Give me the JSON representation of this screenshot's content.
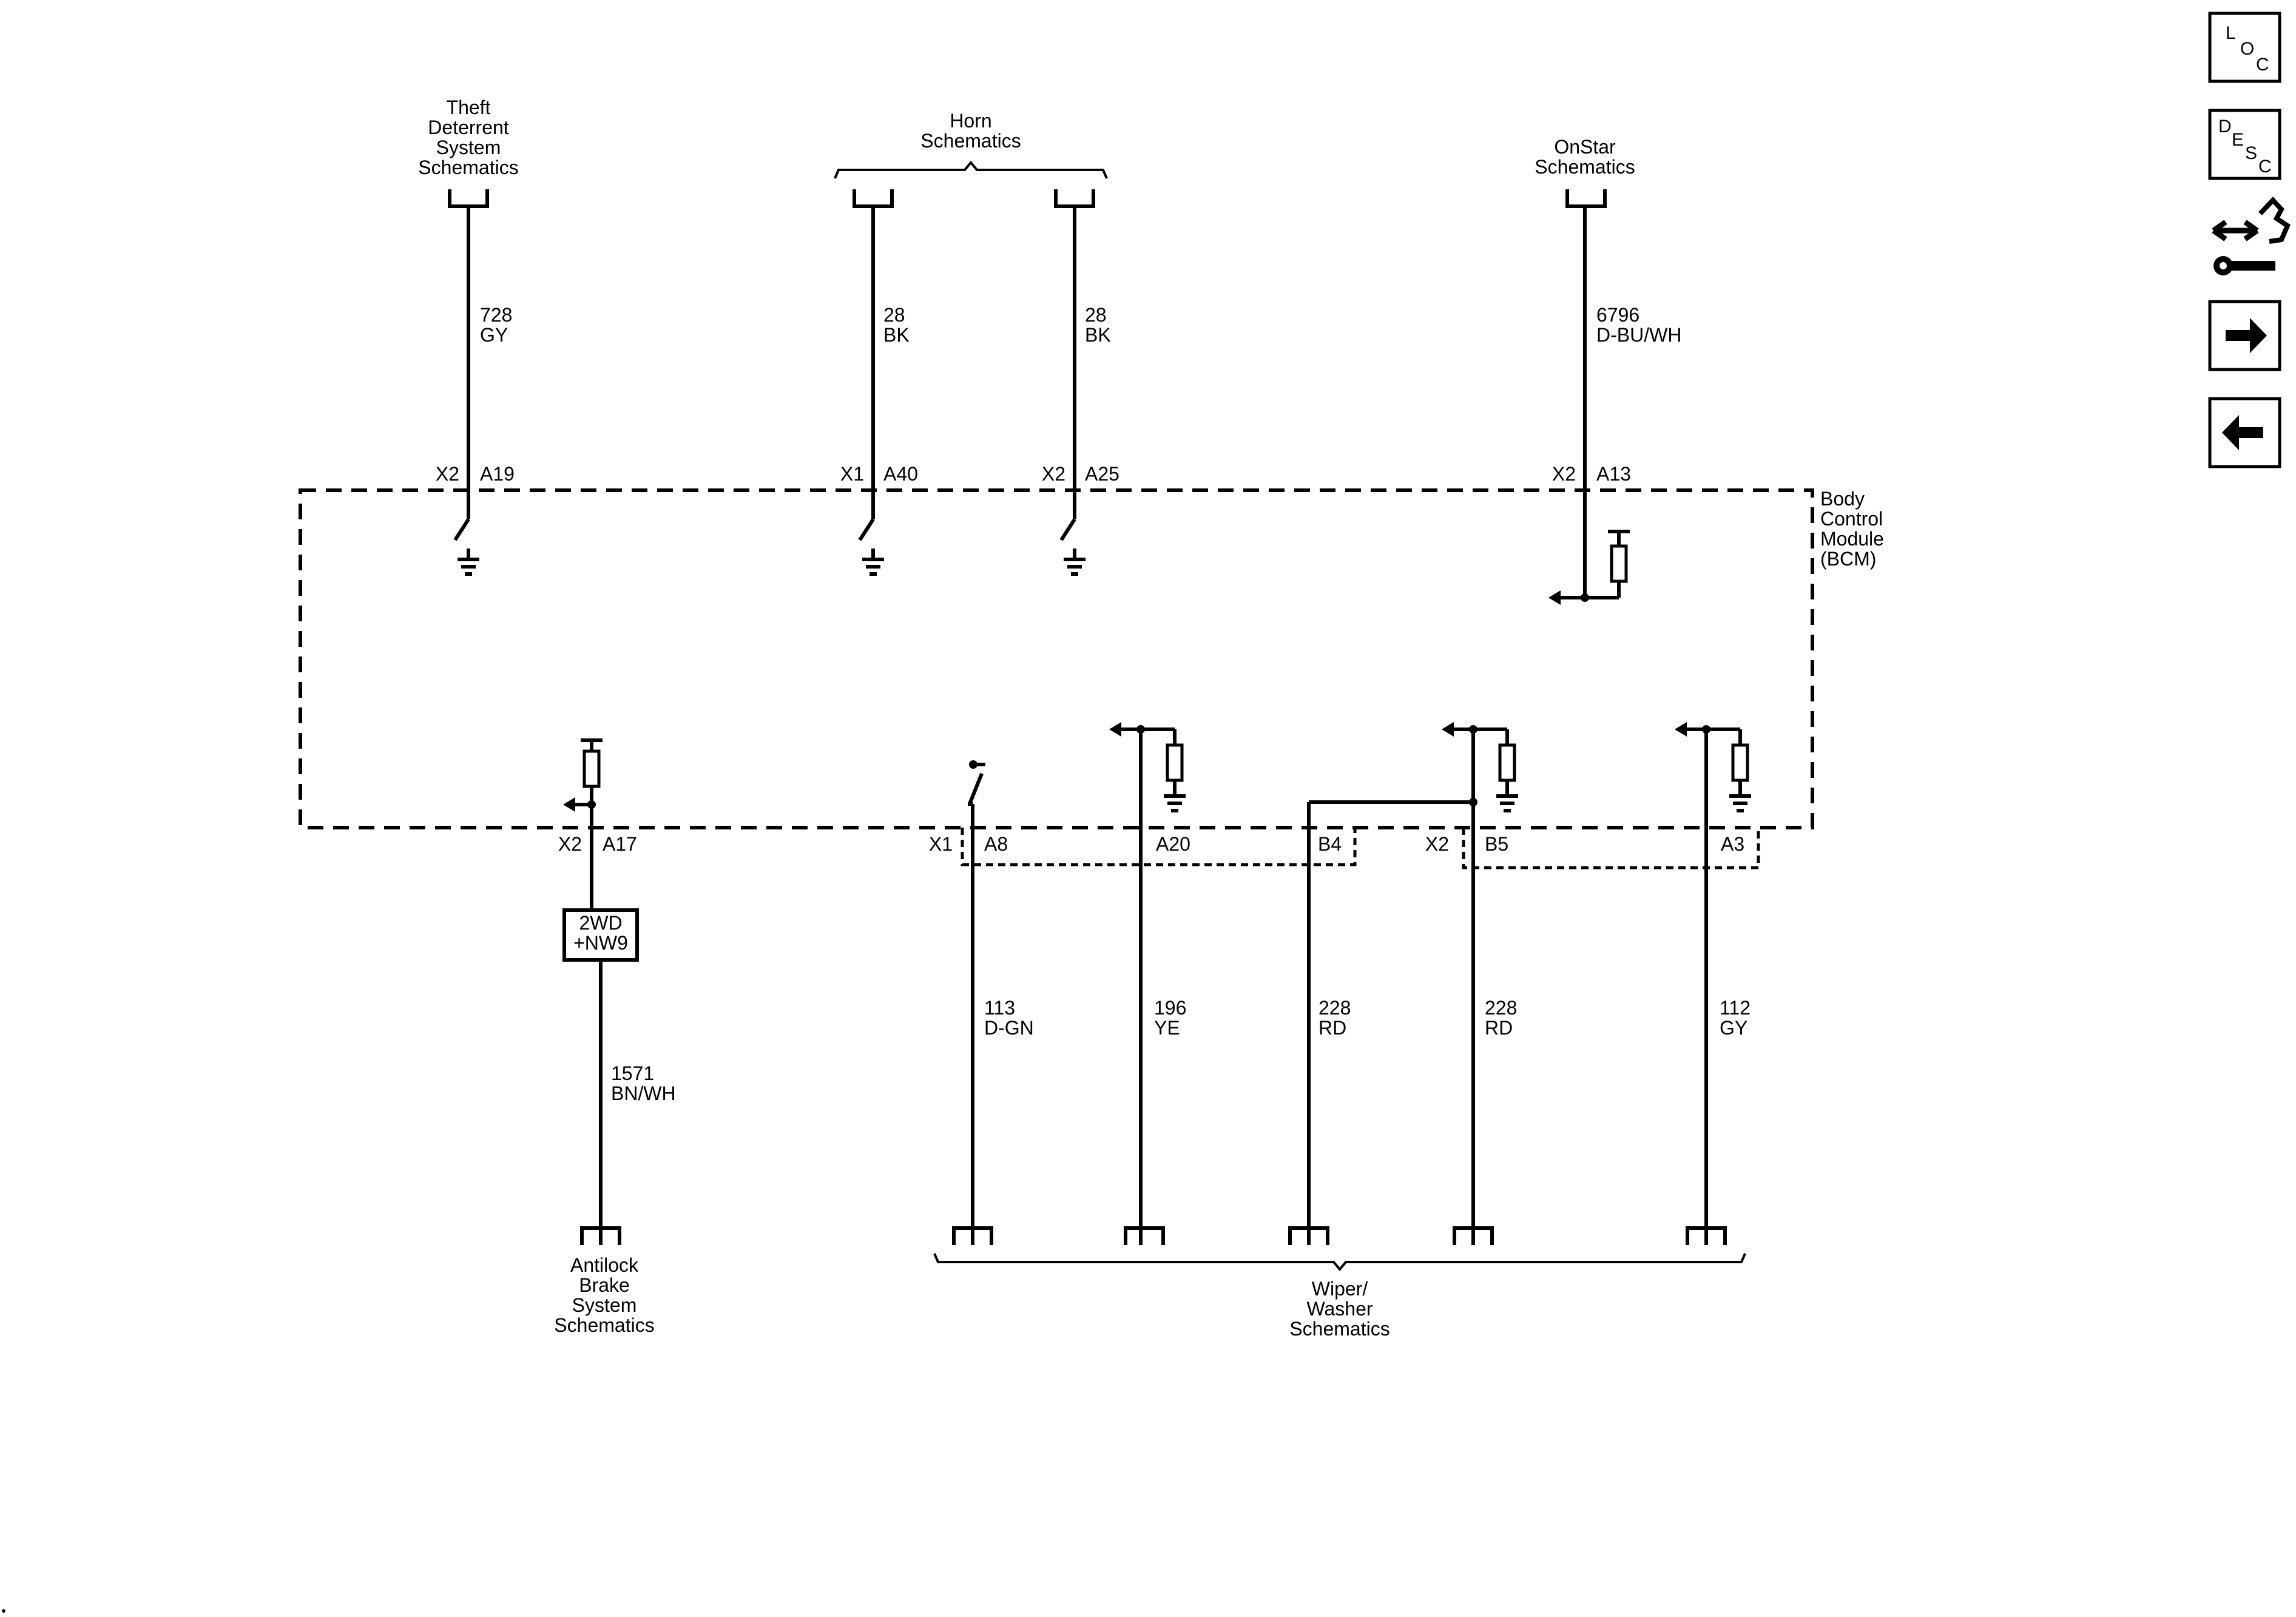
{
  "connectors_top": {
    "theft": {
      "lines": [
        "Theft",
        "Deterrent",
        "System",
        "Schematics"
      ]
    },
    "horn": {
      "lines": [
        "Horn",
        "Schematics"
      ]
    },
    "onstar": {
      "lines": [
        "OnStar",
        "Schematics"
      ]
    }
  },
  "connectors_bottom": {
    "abs": {
      "lines": [
        "Antilock",
        "Brake",
        "System",
        "Schematics"
      ]
    },
    "wiper": {
      "lines": [
        "Wiper/",
        "Washer",
        "Schematics"
      ]
    }
  },
  "module": {
    "lines": [
      "Body",
      "Control",
      "Module",
      "(BCM)"
    ]
  },
  "wires_top": [
    {
      "conn": "X2",
      "pin": "A19",
      "circuit": "728",
      "color": "GY"
    },
    {
      "conn": "X1",
      "pin": "A40",
      "circuit": "28",
      "color": "BK"
    },
    {
      "conn": "X2",
      "pin": "A25",
      "circuit": "28",
      "color": "BK"
    },
    {
      "conn": "X2",
      "pin": "A13",
      "circuit": "6796",
      "color": "D-BU/WH"
    }
  ],
  "wires_bottom": [
    {
      "conn": "X2",
      "pin": "A17",
      "circuit": "1571",
      "color": "BN/WH"
    },
    {
      "conn": "X1",
      "pin": "A8",
      "circuit": "113",
      "color": "D-GN"
    },
    {
      "conn": "",
      "pin": "A20",
      "circuit": "196",
      "color": "YE"
    },
    {
      "conn": "",
      "pin": "B4",
      "circuit": "228",
      "color": "RD"
    },
    {
      "conn": "X2",
      "pin": "B5",
      "circuit": "228",
      "color": "RD"
    },
    {
      "conn": "",
      "pin": "A3",
      "circuit": "112",
      "color": "GY"
    }
  ],
  "option_box": {
    "lines": [
      "2WD",
      "+NW9"
    ]
  },
  "nav": {
    "loc": {
      "letters": [
        "L",
        "O",
        "C"
      ]
    },
    "desc": {
      "letters": [
        "D",
        "E",
        "S",
        "C"
      ]
    },
    "icons": [
      "connector-tool-icon",
      "arrow-right-icon",
      "arrow-left-icon"
    ]
  }
}
